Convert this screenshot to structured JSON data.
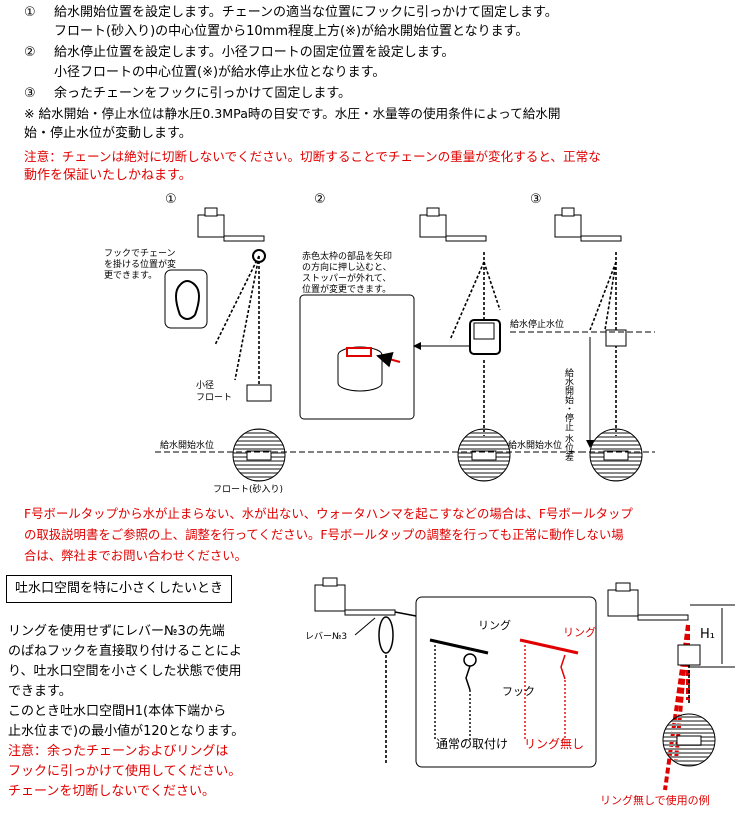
{
  "instructions": {
    "s1_num": "①",
    "s1_line1": "給水開始位置を設定します。チェーンの適当な位置にフックに引っかけて固定します。",
    "s1_line2": "フロート(砂入り)の中心位置から10mm程度上方(※)が給水開始位置となります。",
    "s2_num": "②",
    "s2_line1": "給水停止位置を設定します。小径フロートの固定位置を設定します。",
    "s2_line2": "小径フロートの中心位置(※)が給水停止水位となります。",
    "s3_num": "③",
    "s3_line1": "余ったチェーンをフックに引っかけて固定します。",
    "note_line1": "※ 給水開始・停止水位は静水圧0.3MPa時の目安です。水圧・水量等の使用条件によって給水開",
    "note_line2": "始・停止水位が変動します。",
    "caution_line1": "注意：チェーンは絶対に切断しないでください。切断することでチェーンの重量が変化すると、正常な",
    "caution_line2": "動作を保証いたしかねます。"
  },
  "diagram1": {
    "step1": "①",
    "step2": "②",
    "step3": "③",
    "hook_note": [
      "フックでチェーン",
      "を掛ける位置が変",
      "更できます。"
    ],
    "small_float": [
      "小径",
      "フロート"
    ],
    "start_level_left": "給水開始水位",
    "float_sand": "フロート(砂入り)",
    "zoom_note": [
      "赤色太枠の部品を矢印",
      "の方向に押し込むと、",
      "ストッパーが外れて、",
      "位置が変更できます。"
    ],
    "stop_level": "給水停止水位",
    "start_level_right": "給水開始水位",
    "vertical_label": [
      "給水開始・停止",
      "水位差"
    ]
  },
  "warning": {
    "line1": "F号ボールタップから水が止まらない、水が出ない、ウォータハンマを起こすなどの場合は、F号ボールタップ",
    "line2": "の取扱説明書をご参照の上、調整を行ってください。F号ボールタップの調整を行っても正常に動作しない場",
    "line3": "合は、弊社までお問い合わせください。"
  },
  "section2": {
    "title": "吐水口空間を特に小さくしたいとき",
    "body": [
      "リングを使用せずにレバー№3の先端",
      "のばねフックを直接取り付けることによ",
      "り、吐水口空間を小さくした状態で使用",
      "できます。",
      "このとき吐水口空間H1(本体下端から",
      "止水位まで)の最小値が120となります。"
    ],
    "caution": [
      "注意：余ったチェーンおよびリングは",
      "フックに引っかけて使用してください。",
      "チェーンを切断しないでください。"
    ]
  },
  "diagram2": {
    "lever": "レバー№3",
    "ring_left": "リング",
    "ring_right": "リング",
    "hook": "フック",
    "normal_mount": "通常の取付け",
    "no_ring": "リング無し",
    "h1": "H₁",
    "example": "リング無しで使用の例"
  },
  "colors": {
    "caution": "#e00000",
    "frame": "#000000"
  }
}
